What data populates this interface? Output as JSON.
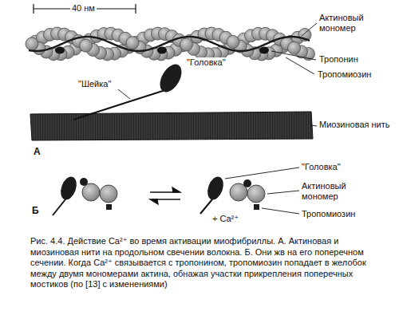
{
  "diagram": {
    "caption": "Рис. 4.4. Действие Ca²⁺ во время активации миофибриллы. А. Актиновая и миозиновая нити на продольном свечении волокна. Б. Они жв на его поперечном сечении. Когда Ca²⁺ связывается с тропонином, тропомиозин попадает в желобок между двумя мономерами актина, обнажая участки прикрепления поперечных мостиков (по [13] с изменениями)",
    "labels": [
      "40 нм",
      "Актиновый мономер",
      "\"Шейка\"",
      "\"Головка\"",
      "Тропонин",
      "Тропомиозин",
      "Миозиновая нить",
      "А",
      "\"Головка\"",
      "Актиновый мономер",
      "Тропомиозин",
      "+ Ca²⁺",
      "Б"
    ]
  }
}
